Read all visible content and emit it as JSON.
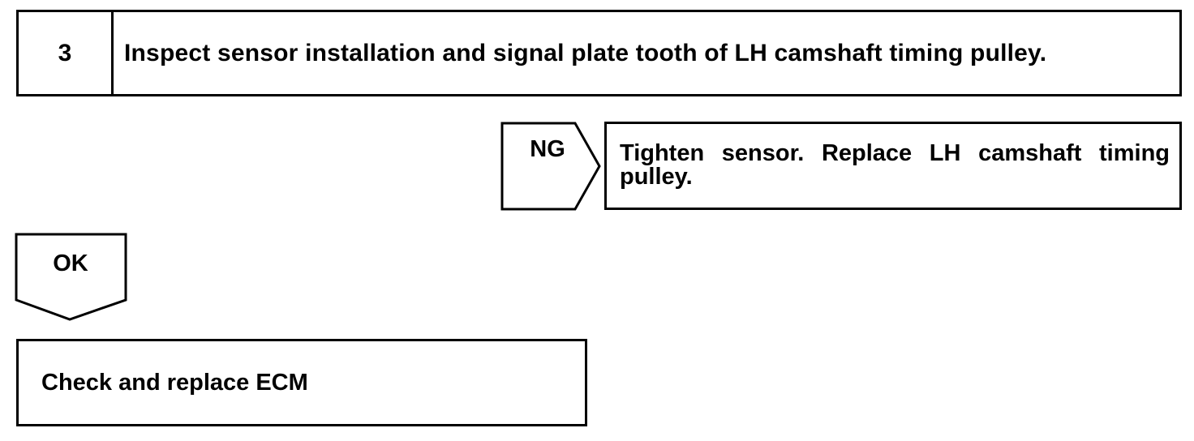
{
  "step": {
    "number": "3",
    "title": "Inspect sensor installation and signal plate tooth of LH camshaft timing pulley."
  },
  "ng_branch": {
    "label": "NG",
    "action": "Tighten sensor. Replace LH camshaft timing pulley."
  },
  "ok_branch": {
    "label": "OK"
  },
  "final_action": {
    "text": "Check and replace ECM"
  }
}
